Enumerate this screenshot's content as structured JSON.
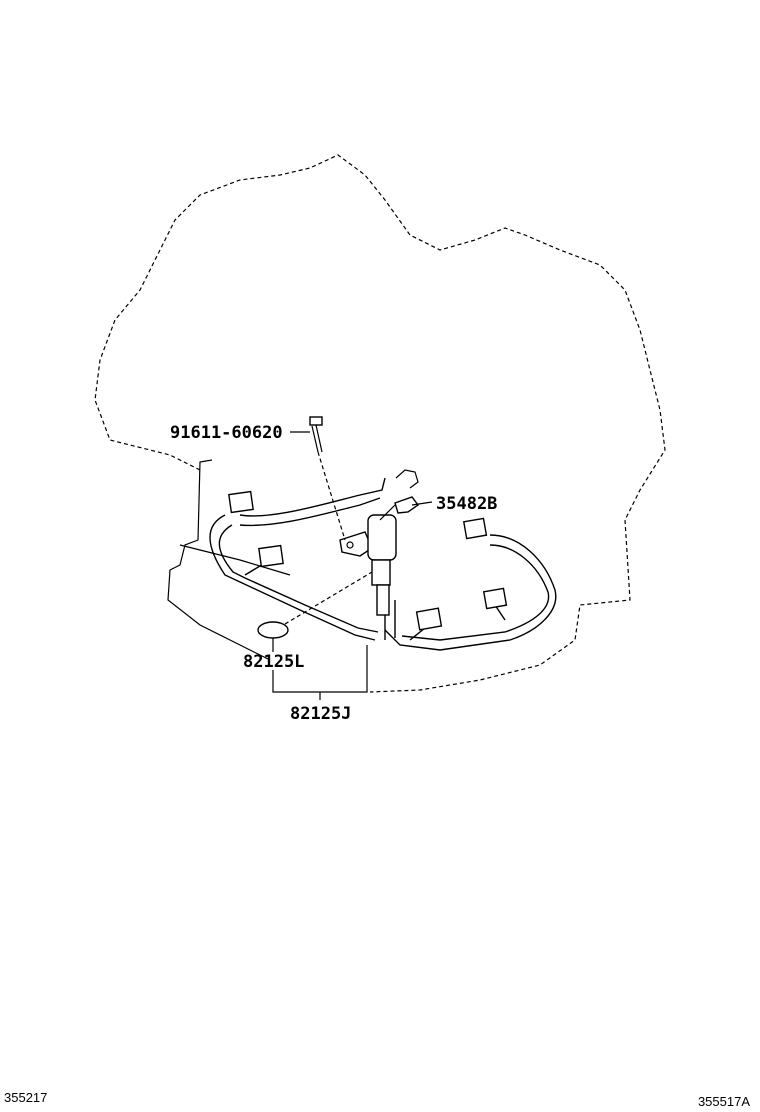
{
  "callouts": {
    "bolt": "91611-60620",
    "clamp": "35482B",
    "o_ring": "82125L",
    "harness": "82125J"
  },
  "footer": {
    "left_code": "355217",
    "right_code": "355517A"
  }
}
